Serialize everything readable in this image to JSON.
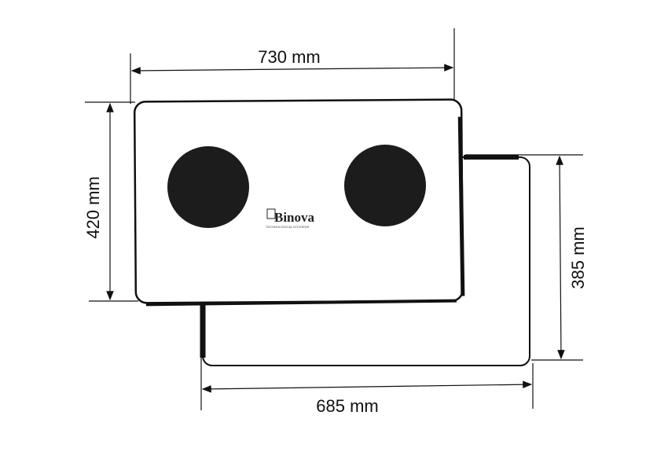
{
  "diagram": {
    "dimensions": {
      "top_width": "730 mm",
      "top_height": "420 mm",
      "cutout_height": "385 mm",
      "cutout_width": "685 mm"
    },
    "logo": {
      "brand": "Binova",
      "tagline": "TECHNOLOGICAL KITCHENS"
    },
    "colors": {
      "line": "#111111",
      "burner": "#1c1c1c",
      "plate": "#ffffff"
    }
  }
}
